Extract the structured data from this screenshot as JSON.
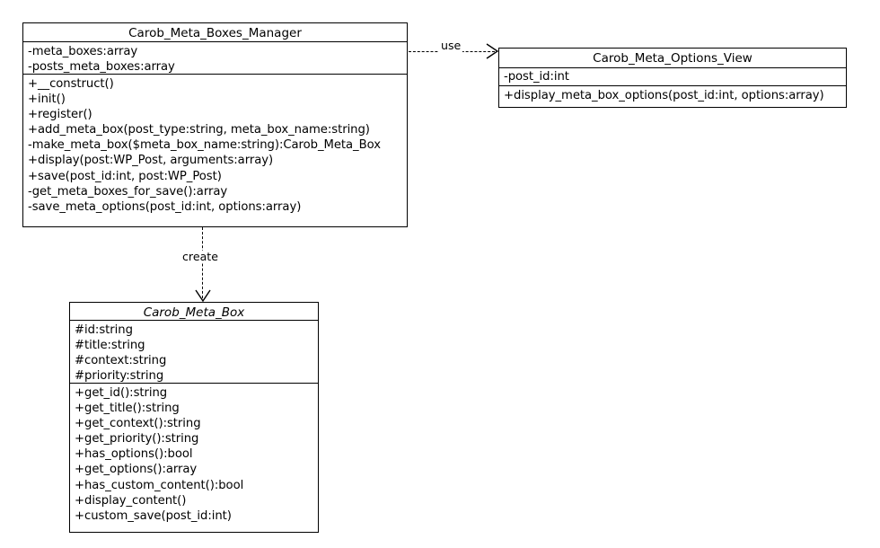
{
  "diagram": {
    "type": "uml-class-diagram",
    "background_color": "#ffffff",
    "line_color": "#000000"
  },
  "classes": [
    {
      "id": "carob-meta-boxes-manager",
      "name": "Carob_Meta_Boxes_Manager",
      "abstract": false,
      "attributes": [
        "-meta_boxes:array",
        "-posts_meta_boxes:array"
      ],
      "operations": [
        "+__construct()",
        "+init()",
        "+register()",
        "+add_meta_box(post_type:string, meta_box_name:string)",
        "-make_meta_box($meta_box_name:string):Carob_Meta_Box",
        "+display(post:WP_Post, arguments:array)",
        "+save(post_id:int, post:WP_Post)",
        "-get_meta_boxes_for_save():array",
        "-save_meta_options(post_id:int, options:array)"
      ]
    },
    {
      "id": "carob-meta-options-view",
      "name": "Carob_Meta_Options_View",
      "abstract": false,
      "attributes": [
        "-post_id:int"
      ],
      "operations": [
        "+display_meta_box_options(post_id:int, options:array)"
      ]
    },
    {
      "id": "carob-meta-box",
      "name": "Carob_Meta_Box",
      "abstract": true,
      "attributes": [
        "#id:string",
        "#title:string",
        "#context:string",
        "#priority:string"
      ],
      "operations": [
        "+get_id():string",
        "+get_title():string",
        "+get_context():string",
        "+get_priority():string",
        "+has_options():bool",
        "+get_options():array",
        "+has_custom_content():bool",
        "+display_content()",
        "+custom_save(post_id:int)"
      ]
    }
  ],
  "relationships": [
    {
      "id": "use-dependency",
      "label": "use",
      "from": "carob-meta-boxes-manager",
      "to": "carob-meta-options-view",
      "style": "dashed",
      "arrow": "open",
      "direction": "horizontal"
    },
    {
      "id": "create-dependency",
      "label": "create",
      "from": "carob-meta-boxes-manager",
      "to": "carob-meta-box",
      "style": "dashed",
      "arrow": "open",
      "direction": "vertical"
    }
  ]
}
